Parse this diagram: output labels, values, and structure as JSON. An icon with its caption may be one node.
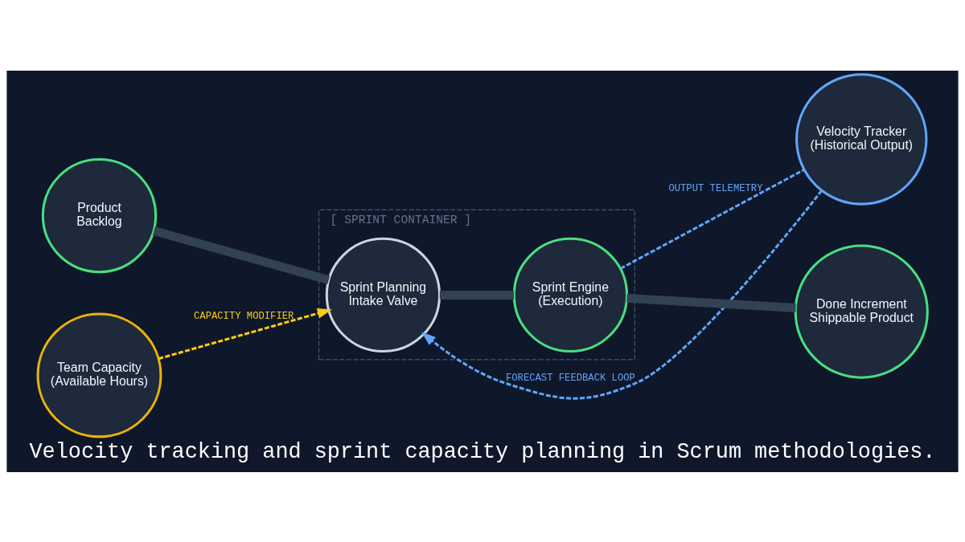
{
  "diagram": {
    "title": "Velocity tracking and sprint capacity planning in Scrum methodologies.",
    "nodes": [
      {
        "text": [
          "Velocity Tracker",
          "(Historical Output)"
        ]
      },
      {
        "text": [
          "[ SPRINT CONTAINER ]"
        ]
      },
      {
        "text": [
          "Product",
          "Backlog"
        ]
      },
      {
        "text": [
          "Sprint Planning",
          "Intake Valve"
        ],
        "in": 1
      },
      {
        "text": [
          "Sprint Engine",
          "(Execution)"
        ],
        "in": 1
      },
      {
        "text": [
          "Done Increment",
          "Shippable Product"
        ]
      },
      {
        "text": [
          "Team Capacity",
          "(Available Hours)"
        ]
      }
    ],
    "edges": [
      {
        "from": 2,
        "to": 3,
        "arrow": "none",
        "style": "thick"
      },
      {
        "from": 3,
        "to": 4,
        "arrow": "none",
        "style": "thick"
      },
      {
        "from": 4,
        "to": 5,
        "arrow": "none",
        "style": "thick"
      },
      {
        "from": 4,
        "to": 0,
        "arrow": "none",
        "label": "OUTPUT TELEMETRY",
        "style": "dashed",
        "color": "#60a5fa"
      },
      {
        "from": 0,
        "to": 3,
        "arrow": "to",
        "label": "FORECAST FEEDBACK LOOP",
        "style": "dashed",
        "color": "#60a5fa"
      },
      {
        "from": 6,
        "to": 3,
        "arrow": "to",
        "label": "CAPACITY MODIFIER",
        "style": "dashed",
        "color": "#facc15"
      }
    ]
  }
}
